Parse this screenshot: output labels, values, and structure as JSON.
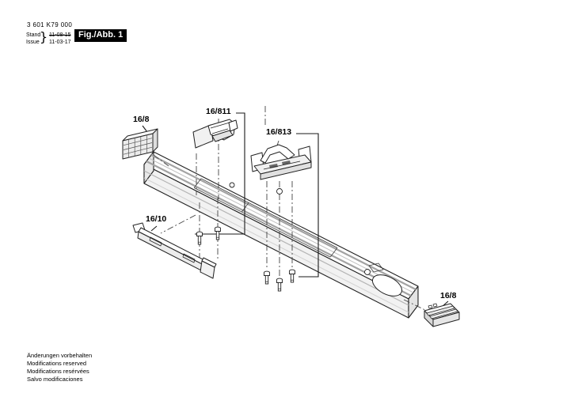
{
  "header": {
    "part_number": "3 601 K79 000",
    "revision": {
      "stand_label": "Stand",
      "issue_label": "Issue",
      "brace": "}",
      "superseded_date": "11-08-15",
      "current_date": "11-03-17"
    },
    "figure_badge": "Fig./Abb. 1"
  },
  "figure": {
    "labels": {
      "end_cap_top_left": "16/8",
      "adapter_bracket": "16/811",
      "clamp": "16/813",
      "slide_strip": "16/10",
      "end_cap_bottom_right": "16/8"
    }
  },
  "footer": {
    "lines": [
      "Änderungen vorbehalten",
      "Modifications reserved",
      "Modifications resérvées",
      "Salvo modificaciones"
    ]
  },
  "colors": {
    "line": "#1a1a1a",
    "groove": "#a3a3a3",
    "badge_bg": "#000000",
    "badge_text": "#ffffff",
    "background": "#ffffff"
  }
}
